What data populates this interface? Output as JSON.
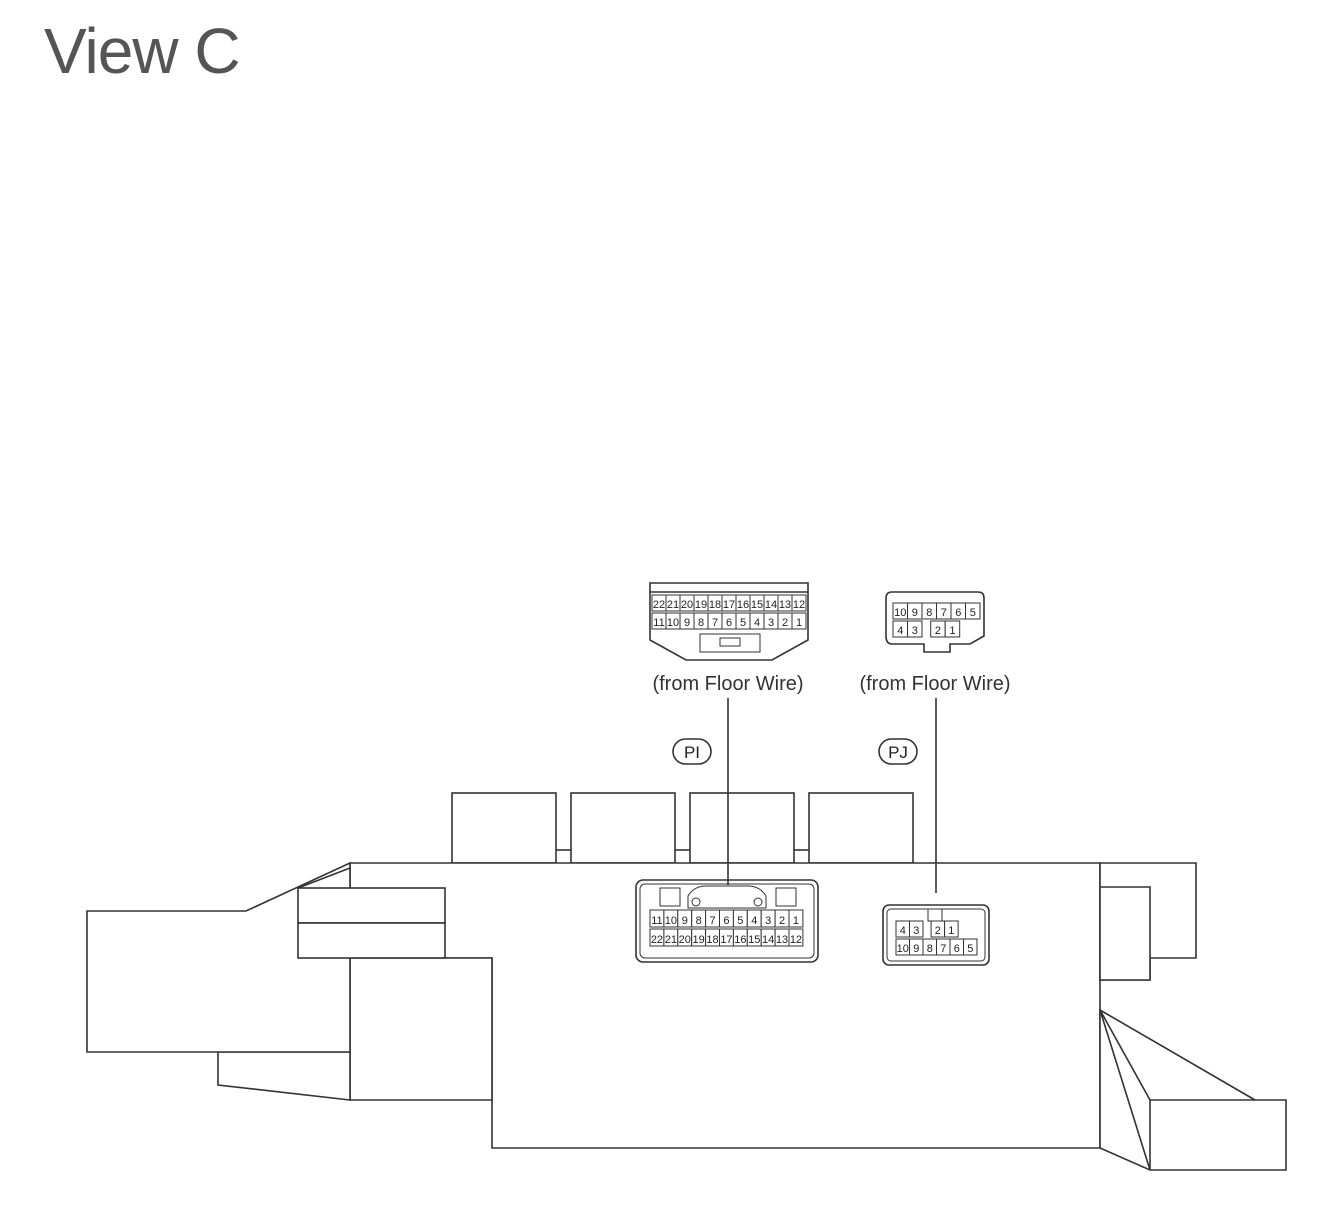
{
  "title": "View C",
  "connectors": [
    {
      "id": "PI",
      "source_label": "(from Floor Wire)",
      "top_view": {
        "row1": [
          "22",
          "21",
          "20",
          "19",
          "18",
          "17",
          "16",
          "15",
          "14",
          "13",
          "12"
        ],
        "row2": [
          "11",
          "10",
          "9",
          "8",
          "7",
          "6",
          "5",
          "4",
          "3",
          "2",
          "1"
        ]
      },
      "bottom_view": {
        "row1": [
          "11",
          "10",
          "9",
          "8",
          "7",
          "6",
          "5",
          "4",
          "3",
          "2",
          "1"
        ],
        "row2": [
          "22",
          "21",
          "20",
          "19",
          "18",
          "17",
          "16",
          "15",
          "14",
          "13",
          "12"
        ]
      }
    },
    {
      "id": "PJ",
      "source_label": "(from Floor Wire)",
      "top_view": {
        "row1": [
          "10",
          "9",
          "8",
          "7",
          "6",
          "5"
        ],
        "row2": [
          "4",
          "3",
          "",
          "2",
          "1"
        ]
      },
      "bottom_view": {
        "row1": [
          "4",
          "3",
          "",
          "2",
          "1"
        ],
        "row2": [
          "10",
          "9",
          "8",
          "7",
          "6",
          "5"
        ]
      }
    }
  ]
}
